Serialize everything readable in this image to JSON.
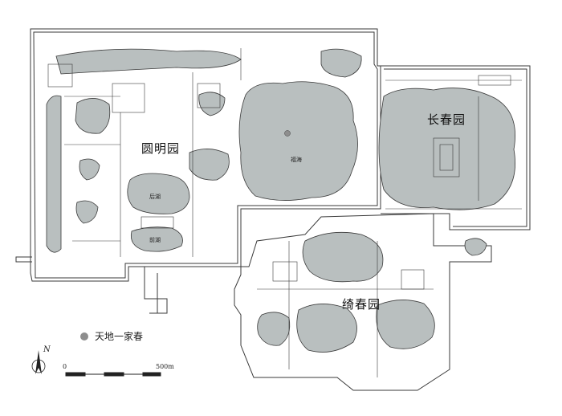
{
  "map": {
    "colors": {
      "water": "#b9bfbf",
      "line": "#3a3a3a",
      "background": "#ffffff",
      "marker": "#8e8e8e"
    },
    "gardens": [
      {
        "key": "yuanmingyuan",
        "label": "圆明园"
      },
      {
        "key": "changchunyuan",
        "label": "长春园"
      },
      {
        "key": "qichunyuan",
        "label": "绮春园"
      }
    ],
    "lakes": [
      {
        "key": "fuhai",
        "label": "福海"
      },
      {
        "key": "houhu",
        "label": "后湖"
      },
      {
        "key": "qianhu",
        "label": "前湖"
      }
    ],
    "legend": {
      "marker_icon": "gray-dot",
      "label": "天地一家春"
    },
    "scale": {
      "start_label": "0",
      "end_label": "500m"
    },
    "north_arrow": {
      "letter": "N",
      "icon": "north-arrow-icon"
    }
  }
}
